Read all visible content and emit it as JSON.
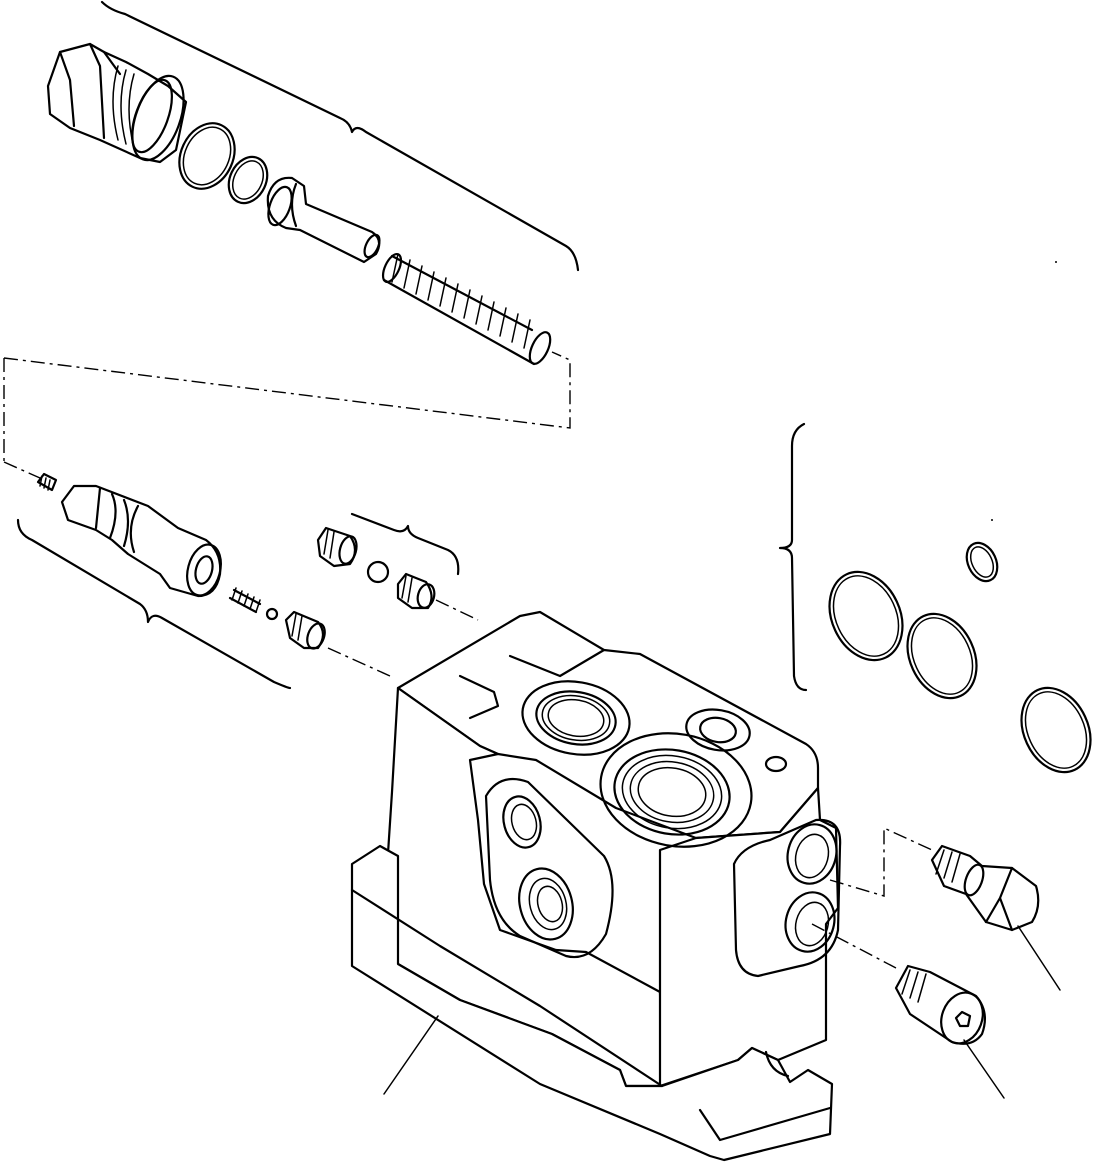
{
  "diagram": {
    "parts": [
      {
        "id": "valve-body",
        "icon": "valve-body-icon"
      },
      {
        "id": "cap-plug",
        "icon": "cap-plug-icon"
      },
      {
        "id": "o-ring-large",
        "icon": "o-ring-icon"
      },
      {
        "id": "o-ring-small",
        "icon": "o-ring-icon"
      },
      {
        "id": "poppet",
        "icon": "poppet-icon"
      },
      {
        "id": "spring",
        "icon": "spring-icon"
      },
      {
        "id": "set-screw",
        "icon": "set-screw-icon"
      },
      {
        "id": "sleeve",
        "icon": "sleeve-icon"
      },
      {
        "id": "small-spring",
        "icon": "spring-icon"
      },
      {
        "id": "ball",
        "icon": "ball-icon"
      },
      {
        "id": "seat",
        "icon": "seat-icon"
      },
      {
        "id": "check-seat",
        "icon": "seat-icon"
      },
      {
        "id": "check-ball",
        "icon": "ball-icon"
      },
      {
        "id": "check-plug",
        "icon": "seat-icon"
      },
      {
        "id": "o-ring-set",
        "icon": "o-ring-icon"
      },
      {
        "id": "hex-plug",
        "icon": "hex-plug-icon"
      },
      {
        "id": "socket-plug",
        "icon": "socket-plug-icon"
      }
    ]
  }
}
